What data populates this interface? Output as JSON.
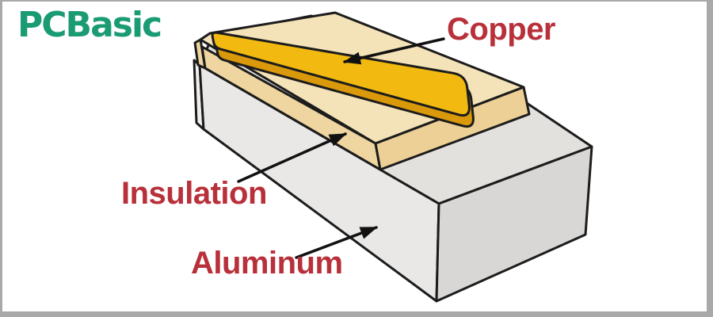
{
  "page": {
    "background": "#ffffff",
    "frame_color": "#a9a9a9"
  },
  "brand": {
    "logo_text": "PCBasic",
    "logo_color": "#1a9b73"
  },
  "diagram": {
    "label_color": "#b8303a",
    "outline_color": "#1c1c1c",
    "arrow_color": "#111111",
    "labels": {
      "copper": "Copper",
      "insulation": "Insulation",
      "aluminum": "Aluminum"
    },
    "layers": {
      "copper": {
        "name": "Copper",
        "top_color": "#f2ba10",
        "side_color": "#d9990b"
      },
      "insulation": {
        "name": "Insulation",
        "top_color": "#f4e2b8",
        "front_color": "#efd6a0",
        "side_color": "#ecd096"
      },
      "aluminum": {
        "name": "Aluminum",
        "top_color": "#e2e1de",
        "front_color": "#e9e8e6",
        "side_color": "#d8d7d5",
        "sliver_color": "#f0efed"
      }
    }
  }
}
